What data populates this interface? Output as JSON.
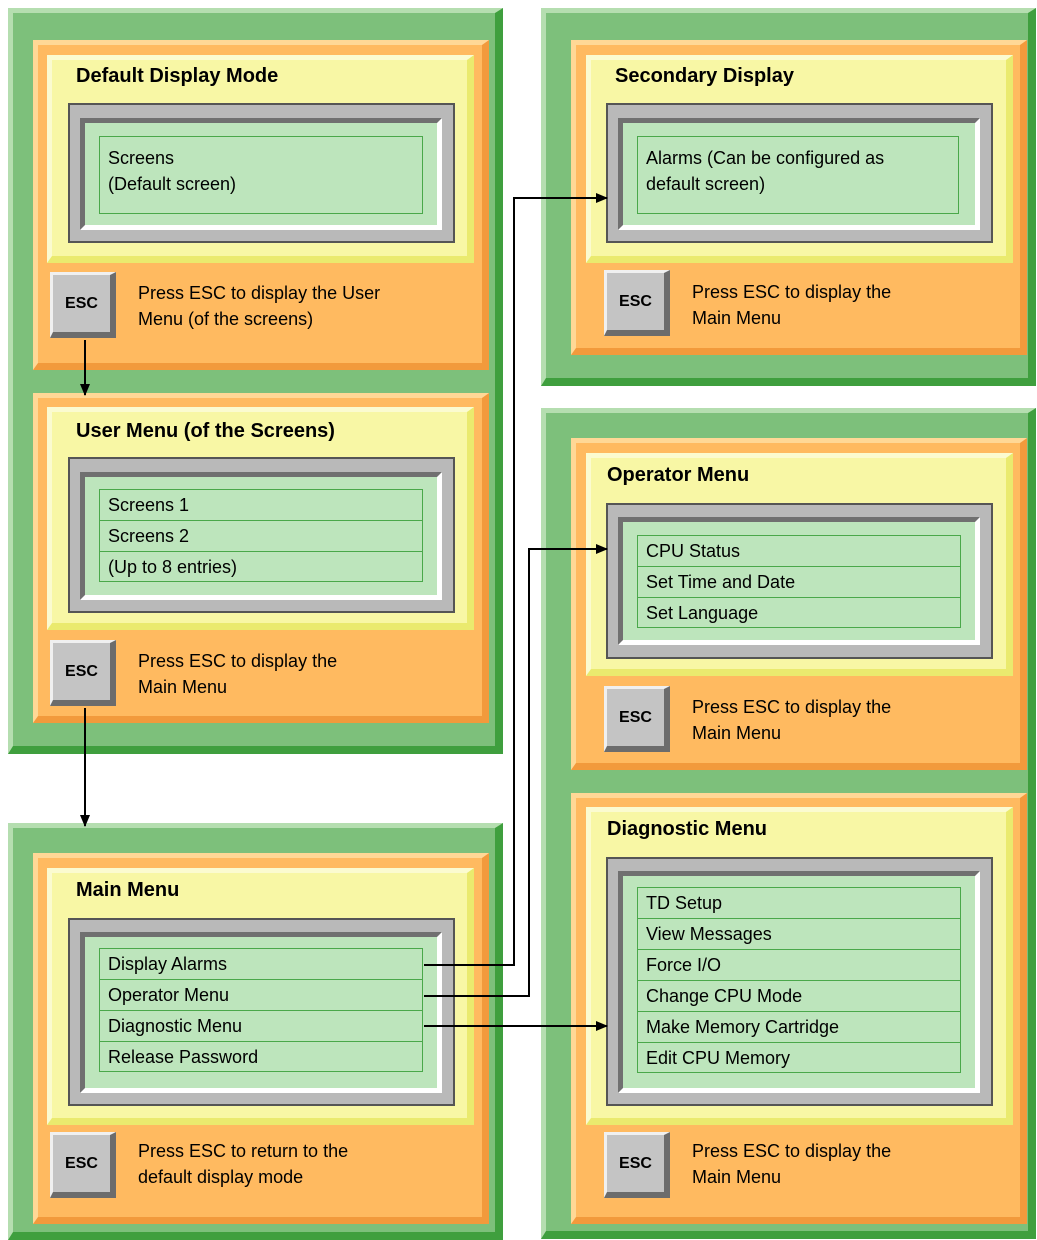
{
  "default_display": {
    "title": "Default Display Mode",
    "lines": [
      "Screens",
      "(Default screen)"
    ],
    "esc_label": "ESC",
    "esc_text": [
      "Press ESC to display the User",
      "Menu (of the screens)"
    ]
  },
  "user_menu": {
    "title": "User Menu (of the Screens)",
    "items": [
      "Screens 1",
      "Screens 2",
      "(Up to 8 entries)"
    ],
    "esc_label": "ESC",
    "esc_text": [
      "Press ESC to display the",
      "Main Menu"
    ]
  },
  "main_menu": {
    "title": "Main Menu",
    "items": [
      "Display Alarms",
      "Operator Menu",
      "Diagnostic Menu",
      "Release Password"
    ],
    "esc_label": "ESC",
    "esc_text": [
      "Press ESC to return to the",
      "default display mode"
    ]
  },
  "secondary_display": {
    "title": "Secondary Display",
    "lines": [
      "Alarms (Can be configured as",
      "default screen)"
    ],
    "esc_label": "ESC",
    "esc_text": [
      "Press ESC to display the",
      "Main Menu"
    ]
  },
  "operator_menu": {
    "title": "Operator Menu",
    "items": [
      "CPU Status",
      "Set Time and Date",
      "Set Language"
    ],
    "esc_label": "ESC",
    "esc_text": [
      "Press ESC to display the",
      "Main Menu"
    ]
  },
  "diagnostic_menu": {
    "title": "Diagnostic Menu",
    "items": [
      "TD Setup",
      "View Messages",
      "Force I/O",
      "Change CPU Mode",
      "Make Memory Cartridge",
      "Edit CPU Memory"
    ],
    "esc_label": "ESC",
    "esc_text": [
      "Press ESC to display the",
      "Main Menu"
    ]
  }
}
